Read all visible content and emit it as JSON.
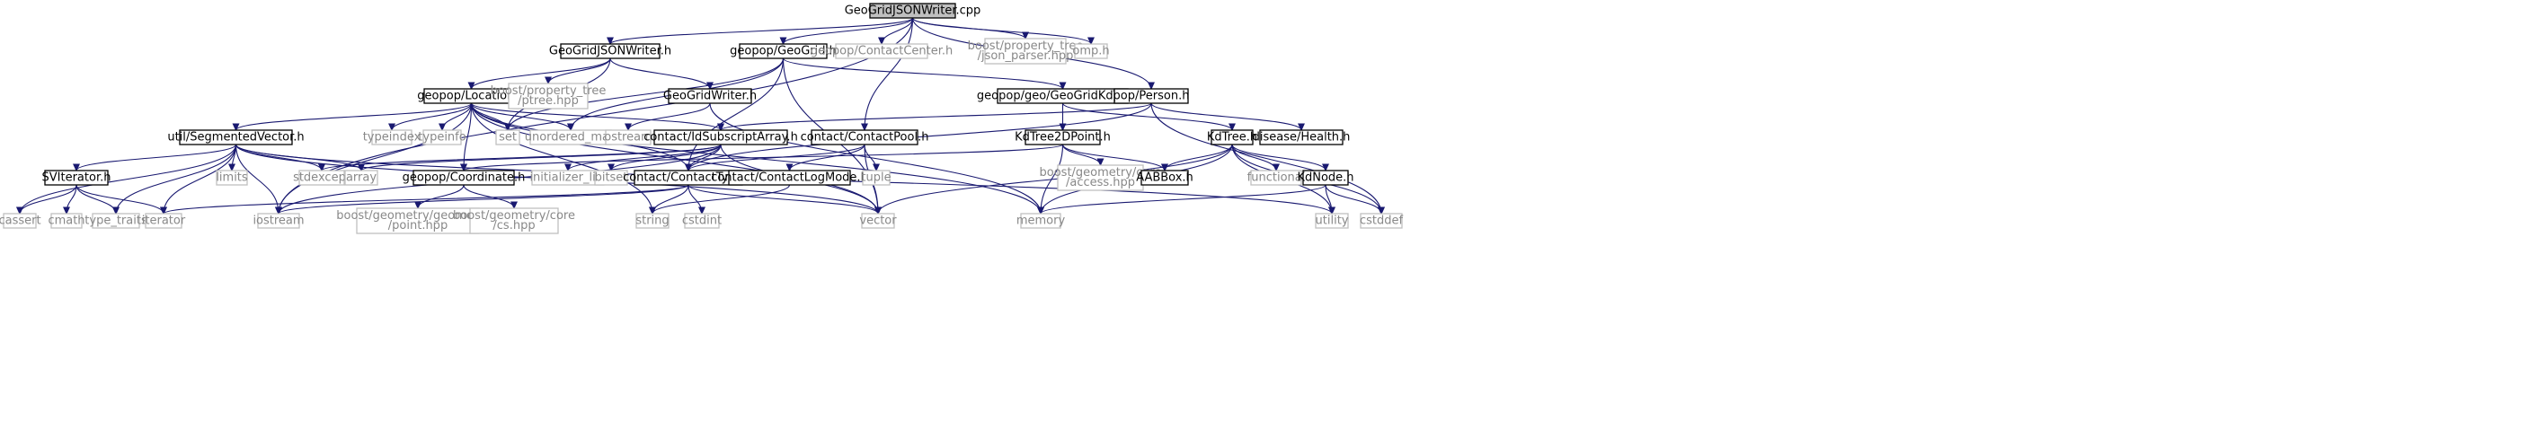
{
  "diagram": {
    "type": "include-dependency-graph",
    "colors": {
      "root_fill": "#bfbfbf",
      "documented_fill": "#ffffff",
      "documented_border": "#000000",
      "external_border": "#bfbfbf",
      "external_text": "#888888",
      "edge": "#191970"
    },
    "nodes": [
      {
        "id": "root",
        "label": "GeoGridJSONWriter.cpp",
        "kind": "root"
      },
      {
        "id": "ggjw_h",
        "label": "GeoGridJSONWriter.h",
        "kind": "documented"
      },
      {
        "id": "geogrid_h",
        "label": "geopop/GeoGrid.h",
        "kind": "documented"
      },
      {
        "id": "contactcenter_h",
        "label": "geopop/ContactCenter.h",
        "kind": "external"
      },
      {
        "id": "json_parser",
        "label": "boost/property_tree\n/json_parser.hpp",
        "kind": "external"
      },
      {
        "id": "omp_h",
        "label": "omp.h",
        "kind": "external"
      },
      {
        "id": "location_h",
        "label": "geopop/Location.h",
        "kind": "documented"
      },
      {
        "id": "ptree_hpp",
        "label": "boost/property_tree\n/ptree.hpp",
        "kind": "external"
      },
      {
        "id": "geogridwriter_h",
        "label": "GeoGridWriter.h",
        "kind": "documented"
      },
      {
        "id": "kdtree_geo",
        "label": "geopop/geo/GeoGridKdTree.h",
        "kind": "documented"
      },
      {
        "id": "person_h",
        "label": "pop/Person.h",
        "kind": "documented"
      },
      {
        "id": "segvec_h",
        "label": "util/SegmentedVector.h",
        "kind": "documented"
      },
      {
        "id": "typeindex",
        "label": "typeindex",
        "kind": "external"
      },
      {
        "id": "typeinfo",
        "label": "typeinfo",
        "kind": "external"
      },
      {
        "id": "set",
        "label": "set",
        "kind": "external"
      },
      {
        "id": "unordered_map",
        "label": "unordered_map",
        "kind": "external"
      },
      {
        "id": "ostream",
        "label": "ostream",
        "kind": "external"
      },
      {
        "id": "idsub_h",
        "label": "contact/IdSubscriptArray.h",
        "kind": "documented"
      },
      {
        "id": "contactpool_h",
        "label": "contact/ContactPool.h",
        "kind": "documented"
      },
      {
        "id": "kd2d_h",
        "label": "KdTree2DPoint.h",
        "kind": "documented"
      },
      {
        "id": "kdtree_h",
        "label": "KdTree.h",
        "kind": "documented"
      },
      {
        "id": "health_h",
        "label": "disease/Health.h",
        "kind": "documented"
      },
      {
        "id": "sviterator_h",
        "label": "SVIterator.h",
        "kind": "documented"
      },
      {
        "id": "limits",
        "label": "limits",
        "kind": "external"
      },
      {
        "id": "stdexcept",
        "label": "stdexcept",
        "kind": "external"
      },
      {
        "id": "array",
        "label": "array",
        "kind": "external"
      },
      {
        "id": "coordinate_h",
        "label": "geopop/Coordinate.h",
        "kind": "documented"
      },
      {
        "id": "init_list",
        "label": "initializer_list",
        "kind": "external"
      },
      {
        "id": "bitset",
        "label": "bitset",
        "kind": "external"
      },
      {
        "id": "contacttype_h",
        "label": "contact/ContactType.h",
        "kind": "documented"
      },
      {
        "id": "logmode_h",
        "label": "contact/ContactLogMode.h",
        "kind": "documented"
      },
      {
        "id": "tuple",
        "label": "tuple",
        "kind": "external"
      },
      {
        "id": "access_hpp",
        "label": "boost/geometry/core\n/access.hpp",
        "kind": "external"
      },
      {
        "id": "aabbox_h",
        "label": "AABBox.h",
        "kind": "documented"
      },
      {
        "id": "functional",
        "label": "functional",
        "kind": "external"
      },
      {
        "id": "kdnode_h",
        "label": "KdNode.h",
        "kind": "documented"
      },
      {
        "id": "cassert",
        "label": "cassert",
        "kind": "external"
      },
      {
        "id": "cmath",
        "label": "cmath",
        "kind": "external"
      },
      {
        "id": "type_traits",
        "label": "type_traits",
        "kind": "external"
      },
      {
        "id": "iterator",
        "label": "iterator",
        "kind": "external"
      },
      {
        "id": "iostream",
        "label": "iostream",
        "kind": "external"
      },
      {
        "id": "point_hpp",
        "label": "boost/geometry/geometries\n/point.hpp",
        "kind": "external"
      },
      {
        "id": "cs_hpp",
        "label": "boost/geometry/core\n/cs.hpp",
        "kind": "external"
      },
      {
        "id": "string",
        "label": "string",
        "kind": "external"
      },
      {
        "id": "cstdint",
        "label": "cstdint",
        "kind": "external"
      },
      {
        "id": "vector",
        "label": "vector",
        "kind": "external"
      },
      {
        "id": "memory",
        "label": "memory",
        "kind": "external"
      },
      {
        "id": "utility",
        "label": "utility",
        "kind": "external"
      },
      {
        "id": "cstddef",
        "label": "cstddef",
        "kind": "external"
      }
    ],
    "edges": [
      [
        "root",
        "ggjw_h"
      ],
      [
        "root",
        "geogrid_h"
      ],
      [
        "root",
        "contactcenter_h"
      ],
      [
        "root",
        "json_parser"
      ],
      [
        "root",
        "omp_h"
      ],
      [
        "root",
        "person_h"
      ],
      [
        "root",
        "contactpool_h"
      ],
      [
        "root",
        "iostream"
      ],
      [
        "ggjw_h",
        "location_h"
      ],
      [
        "ggjw_h",
        "ptree_hpp"
      ],
      [
        "ggjw_h",
        "geogridwriter_h"
      ],
      [
        "ggjw_h",
        "set"
      ],
      [
        "geogrid_h",
        "kdtree_geo"
      ],
      [
        "geogrid_h",
        "set"
      ],
      [
        "geogrid_h",
        "unordered_map"
      ],
      [
        "geogrid_h",
        "vector"
      ],
      [
        "geogrid_h",
        "contacttype_h"
      ],
      [
        "location_h",
        "segvec_h"
      ],
      [
        "location_h",
        "typeindex"
      ],
      [
        "location_h",
        "typeinfo"
      ],
      [
        "location_h",
        "set"
      ],
      [
        "location_h",
        "unordered_map"
      ],
      [
        "location_h",
        "idsub_h"
      ],
      [
        "location_h",
        "coordinate_h"
      ],
      [
        "location_h",
        "contacttype_h"
      ],
      [
        "location_h",
        "iostream"
      ],
      [
        "location_h",
        "string"
      ],
      [
        "location_h",
        "vector"
      ],
      [
        "location_h",
        "memory"
      ],
      [
        "geogridwriter_h",
        "ostream"
      ],
      [
        "geogridwriter_h",
        "memory"
      ],
      [
        "kdtree_geo",
        "kd2d_h"
      ],
      [
        "kdtree_geo",
        "kdtree_h"
      ],
      [
        "person_h",
        "idsub_h"
      ],
      [
        "person_h",
        "health_h"
      ],
      [
        "person_h",
        "contacttype_h"
      ],
      [
        "person_h",
        "cstddef"
      ],
      [
        "segvec_h",
        "sviterator_h"
      ],
      [
        "segvec_h",
        "limits"
      ],
      [
        "segvec_h",
        "stdexcept"
      ],
      [
        "segvec_h",
        "array"
      ],
      [
        "segvec_h",
        "cassert"
      ],
      [
        "segvec_h",
        "iterator"
      ],
      [
        "segvec_h",
        "type_traits"
      ],
      [
        "segvec_h",
        "iostream"
      ],
      [
        "segvec_h",
        "vector"
      ],
      [
        "segvec_h",
        "utility"
      ],
      [
        "sviterator_h",
        "cassert"
      ],
      [
        "sviterator_h",
        "cmath"
      ],
      [
        "sviterator_h",
        "type_traits"
      ],
      [
        "sviterator_h",
        "iterator"
      ],
      [
        "idsub_h",
        "contacttype_h"
      ],
      [
        "idsub_h",
        "array"
      ],
      [
        "idsub_h",
        "stdexcept"
      ],
      [
        "idsub_h",
        "init_list"
      ],
      [
        "idsub_h",
        "bitset"
      ],
      [
        "idsub_h",
        "iostream"
      ],
      [
        "idsub_h",
        "vector"
      ],
      [
        "contactpool_h",
        "contacttype_h"
      ],
      [
        "contactpool_h",
        "logmode_h"
      ],
      [
        "contactpool_h",
        "tuple"
      ],
      [
        "contactpool_h",
        "vector"
      ],
      [
        "kd2d_h",
        "coordinate_h"
      ],
      [
        "kd2d_h",
        "access_hpp"
      ],
      [
        "kd2d_h",
        "aabbox_h"
      ],
      [
        "kd2d_h",
        "memory"
      ],
      [
        "kdtree_h",
        "aabbox_h"
      ],
      [
        "kdtree_h",
        "functional"
      ],
      [
        "kdtree_h",
        "kdnode_h"
      ],
      [
        "kdtree_h",
        "memory"
      ],
      [
        "kdtree_h",
        "utility"
      ],
      [
        "kdtree_h",
        "vector"
      ],
      [
        "kdtree_h",
        "cstddef"
      ],
      [
        "coordinate_h",
        "point_hpp"
      ],
      [
        "coordinate_h",
        "cs_hpp"
      ],
      [
        "contacttype_h",
        "cstdint"
      ],
      [
        "contacttype_h",
        "string"
      ],
      [
        "contacttype_h",
        "iterator"
      ],
      [
        "contacttype_h",
        "iostream"
      ],
      [
        "contacttype_h",
        "vector"
      ],
      [
        "logmode_h",
        "string"
      ],
      [
        "kdnode_h",
        "memory"
      ],
      [
        "kdnode_h",
        "utility"
      ],
      [
        "kdnode_h",
        "cstddef"
      ]
    ]
  }
}
